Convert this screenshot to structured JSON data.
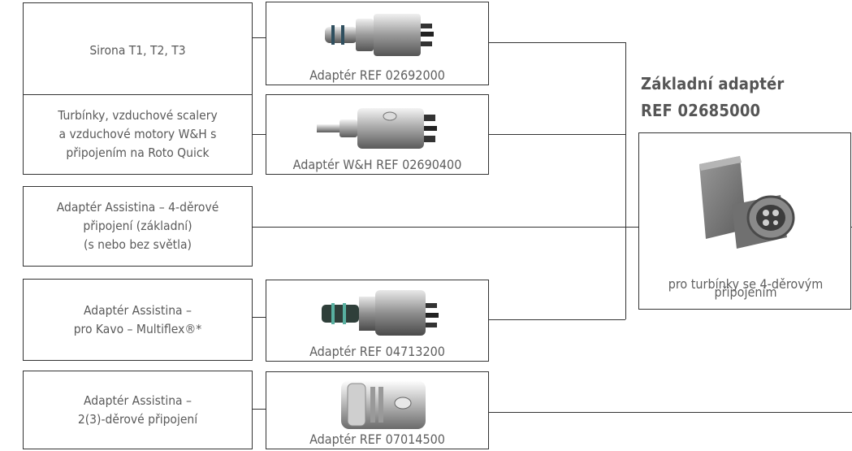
{
  "sources": [
    {
      "id": "sirona",
      "text": "Sirona T1, T2, T3"
    },
    {
      "id": "wh",
      "text": "Turbínky, vzduchové scalery\na vzduchové motory W&H s\npřipojením na Roto Quick"
    },
    {
      "id": "assistina4",
      "text": "Adaptér Assistina – 4-děrové\npřipojení (základní)\n(s nebo bez světla)"
    },
    {
      "id": "kavo",
      "text": "Adaptér Assistina –\npro Kavo – Multiflex®*"
    },
    {
      "id": "assistina23",
      "text": "Adaptér Assistina –\n2(3)-děrové připojení"
    }
  ],
  "adapters": [
    {
      "id": "sirona",
      "caption": "Adaptér REF 02692000",
      "icon": "sirona-adapter-icon"
    },
    {
      "id": "wh",
      "caption": "Adaptér W&H REF 02690400",
      "icon": "wh-adapter-icon"
    },
    {
      "id": "kavo",
      "caption": "Adaptér REF 04713200",
      "icon": "kavo-adapter-icon"
    },
    {
      "id": "assistina23",
      "caption": "Adaptér REF 07014500",
      "icon": "cylinder-adapter-icon"
    }
  ],
  "base": {
    "title_line1": "Základní adaptér",
    "title_line2": "REF 02685000",
    "caption_line1": "pro turbínky se 4-děrovým",
    "caption_line2": "připojením",
    "icon": "base-adapter-icon"
  }
}
